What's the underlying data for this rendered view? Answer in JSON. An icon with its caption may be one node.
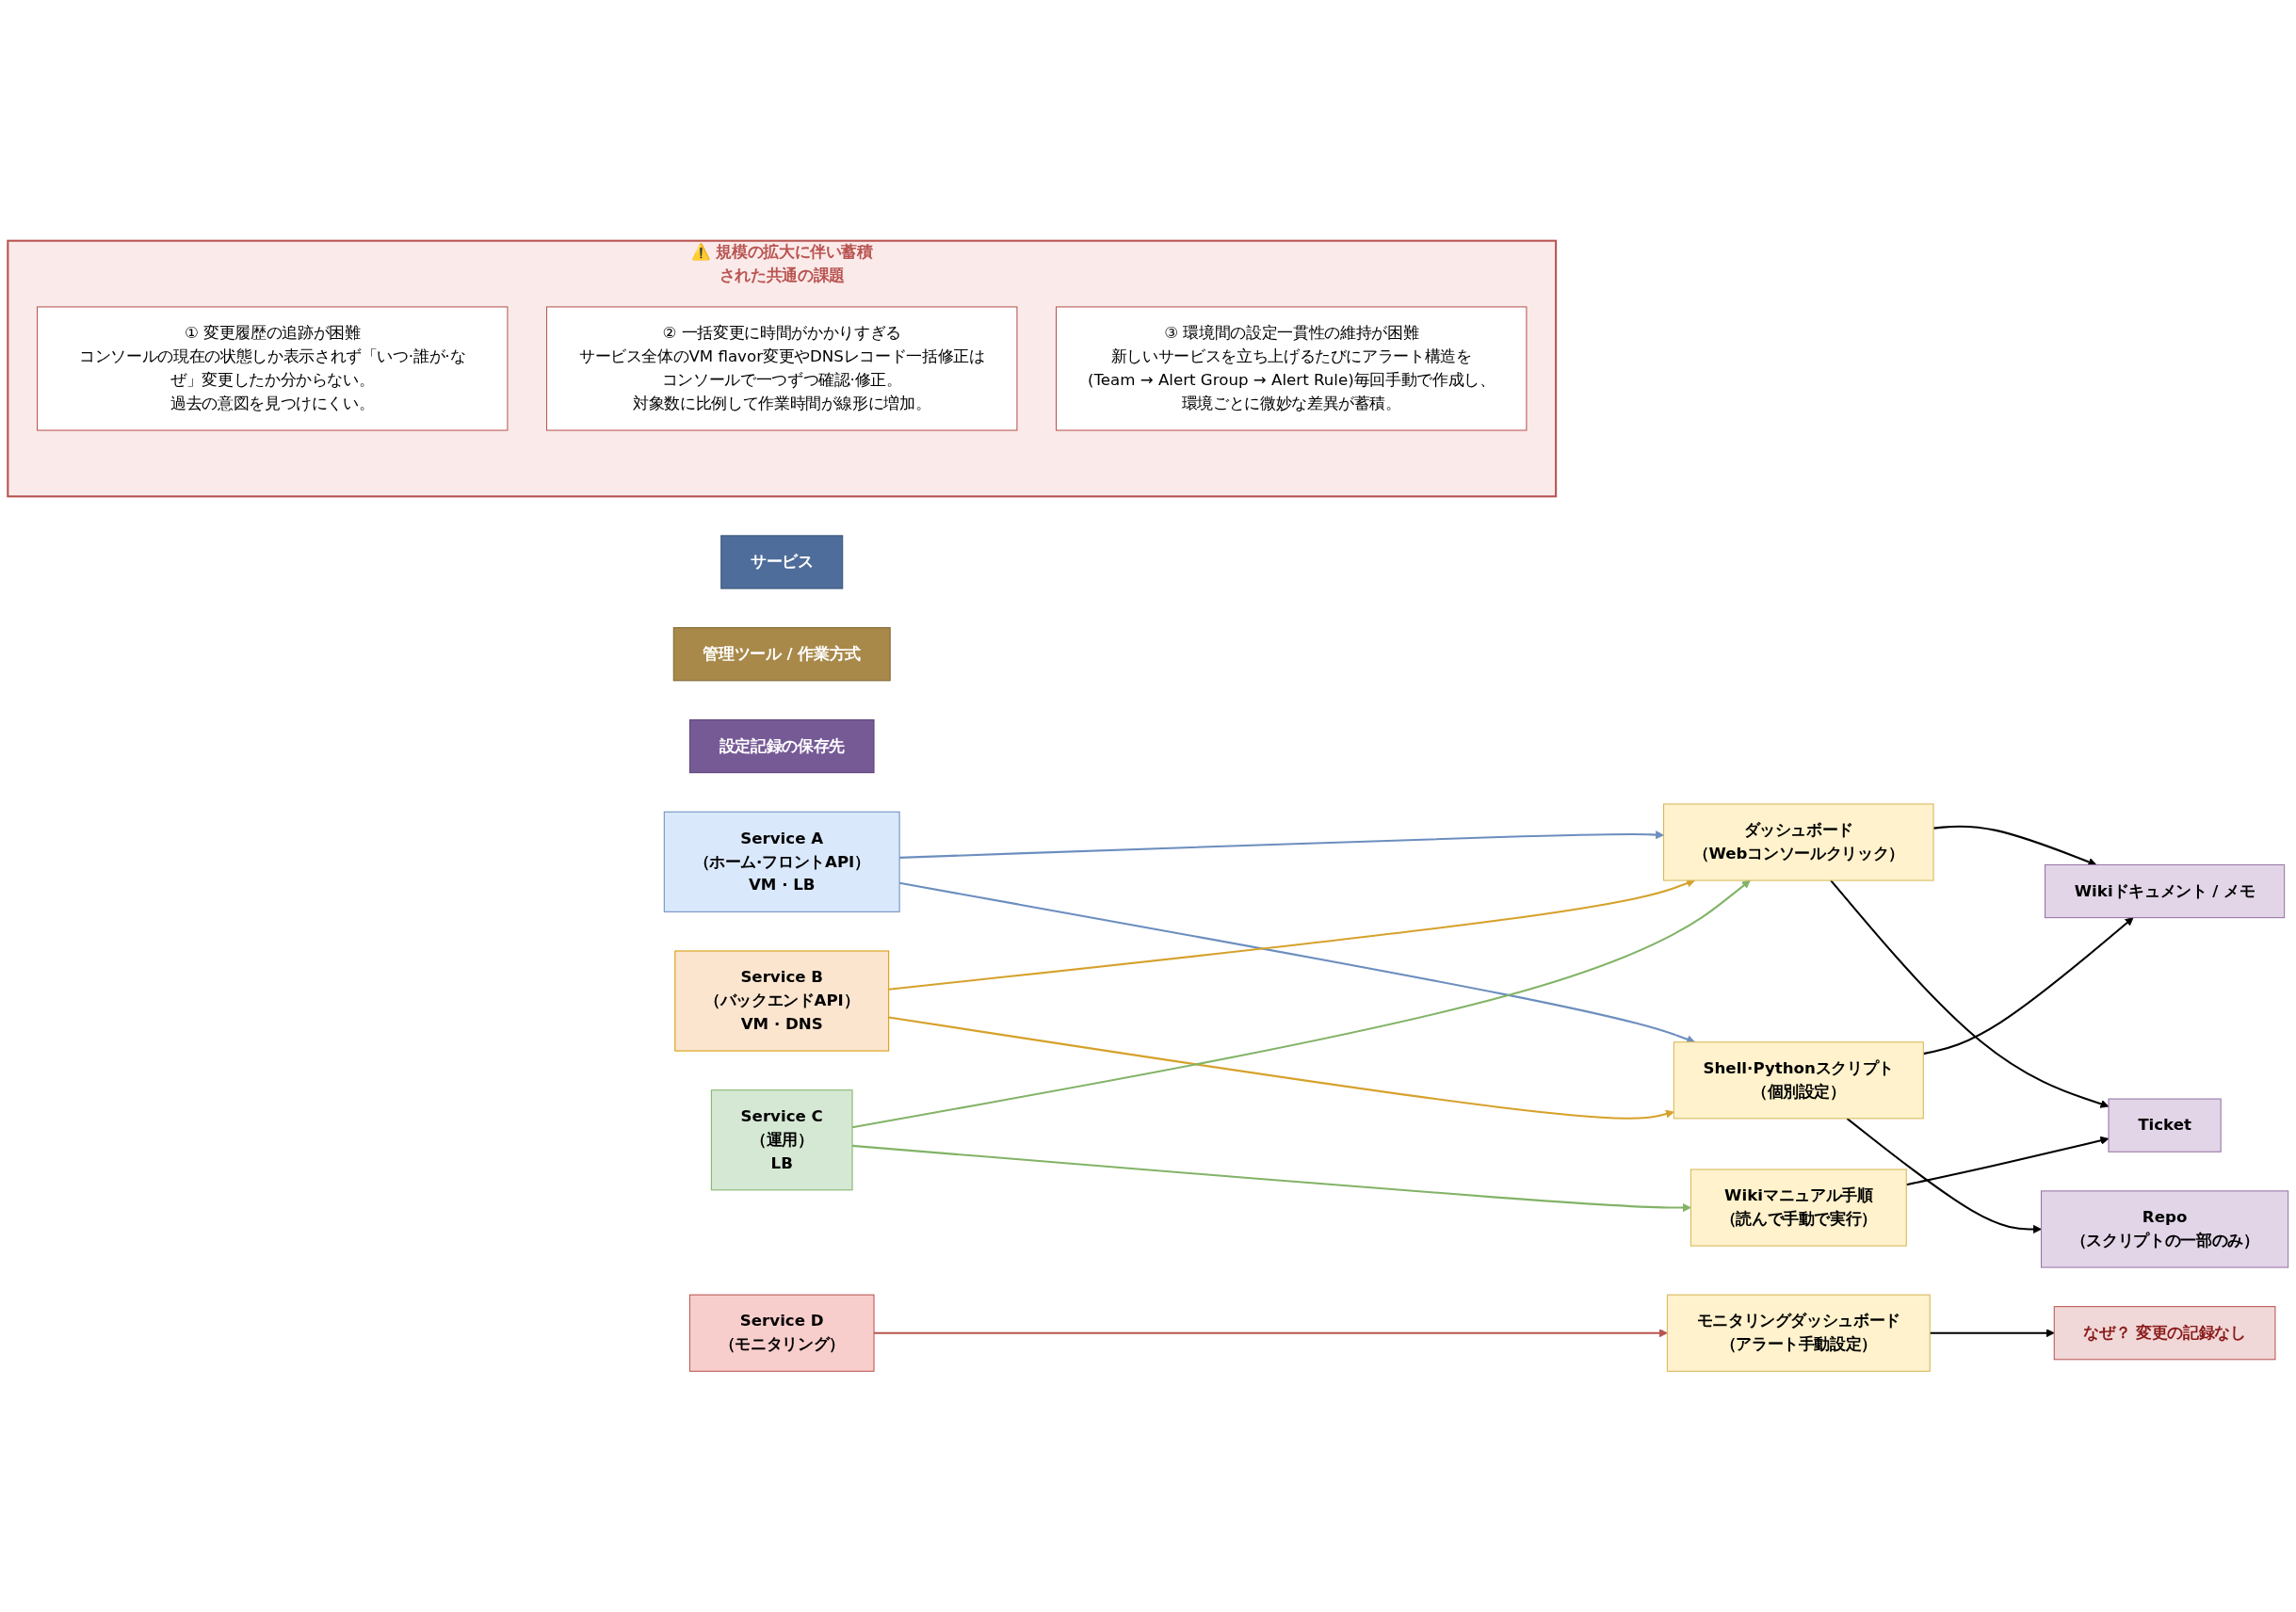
{
  "diagram": {
    "nodes": [
      {
        "text": [
          "サービス"
        ]
      },
      {
        "text": [
          "管理ツール / 作業方式"
        ]
      },
      {
        "text": [
          "設定記録の保存先"
        ]
      },
      {
        "text": [
          "Service A",
          "（ホーム·フロントAPI）",
          "VM · LB"
        ]
      },
      {
        "text": [
          "ダッシュボード",
          "（Webコンソールクリック）"
        ]
      },
      {
        "text": [
          "Ticket"
        ]
      },
      {
        "text": [
          "Service B",
          "（バックエンドAPI）",
          "VM · DNS"
        ]
      },
      {
        "text": [
          "Shell·Pythonスクリプト",
          "（個別設定）"
        ]
      },
      {
        "text": [
          "Wikiドキュメント / メモ"
        ]
      },
      {
        "text": [
          "Service C",
          "（運用）",
          "LB"
        ]
      },
      {
        "text": [
          "Wikiマニュアル手順",
          "（読んで手動で実行）"
        ]
      },
      {
        "text": [
          "Repo",
          "（スクリプトの一部のみ）"
        ]
      },
      {
        "text": [
          "Service D",
          "（モニタリング）"
        ]
      },
      {
        "text": [
          "モニタリングダッシュボード",
          "（アラート手動設定）"
        ]
      },
      {
        "text": [
          "なぜ？ 変更の記録なし"
        ]
      },
      {
        "text": [
          "⚠️ 規模の拡大に伴い蓄積された共通の課題"
        ]
      },
      {
        "text": [
          "① 変更履歴の追跡が困難",
          "コンソールの現在の状態しか表示されず「いつ·誰が·なぜ」変更したか分からない。",
          "過去の意図を見つけにくい。"
        ],
        "in": 15
      },
      {
        "text": [
          "② 一括変更に時間がかかりすぎる",
          "サービス全体のVM flavor変更やDNSレコード一括修正はコンソールで一つずつ確認·修正。",
          "対象数に比例して作業時間が線形に増加。"
        ],
        "in": 15
      },
      {
        "text": [
          "③ 環境間の設定一貫性の維持が困難",
          "新しいサービスを立ち上げるたびにアラート構造を(Team → Alert Group → Alert Rule)毎回手動で作成し、環境ごとに微妙な差異が蓄積。"
        ],
        "in": 15
      }
    ],
    "edges": [
      {
        "from": 3,
        "to": 4,
        "arrow": "to",
        "color": "#6c8ebf"
      },
      {
        "from": 3,
        "to": 7,
        "arrow": "to",
        "color": "#6c8ebf"
      },
      {
        "from": 6,
        "to": 4,
        "arrow": "to",
        "color": "#d6a12b"
      },
      {
        "from": 6,
        "to": 7,
        "arrow": "to",
        "color": "#d6a12b"
      },
      {
        "from": 9,
        "to": 4,
        "arrow": "to",
        "color": "#82b366"
      },
      {
        "from": 9,
        "to": 10,
        "arrow": "to",
        "color": "#82b366"
      },
      {
        "from": 12,
        "to": 13,
        "arrow": "to",
        "color": "#b85450"
      },
      {
        "from": 4,
        "to": 8,
        "arrow": "to",
        "color": "#000000"
      },
      {
        "from": 4,
        "to": 5,
        "arrow": "to",
        "color": "#000000"
      },
      {
        "from": 7,
        "to": 8,
        "arrow": "to",
        "color": "#000000"
      },
      {
        "from": 7,
        "to": 11,
        "arrow": "to",
        "color": "#000000"
      },
      {
        "from": 10,
        "to": 5,
        "arrow": "to",
        "color": "#000000"
      },
      {
        "from": 13,
        "to": 14,
        "arrow": "to",
        "color": "#000000"
      }
    ]
  }
}
